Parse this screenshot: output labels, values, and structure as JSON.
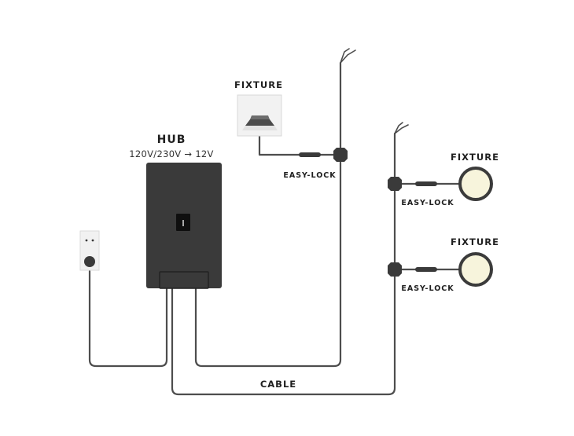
{
  "hub": {
    "title": "HUB",
    "voltage": "120V/230V → 12V"
  },
  "fixtures": {
    "top": "FIXTURE",
    "right_upper": "FIXTURE",
    "right_lower": "FIXTURE"
  },
  "connectors": {
    "top": "EASY-LOCK",
    "right_upper": "EASY-LOCK",
    "right_lower": "EASY-LOCK"
  },
  "cable_label": "CABLE",
  "colors": {
    "hub_body": "#3a3a3a",
    "cable": "#4d4d4d",
    "fixture_light": "#f7f4dc",
    "outline": "#3b3b3b"
  }
}
